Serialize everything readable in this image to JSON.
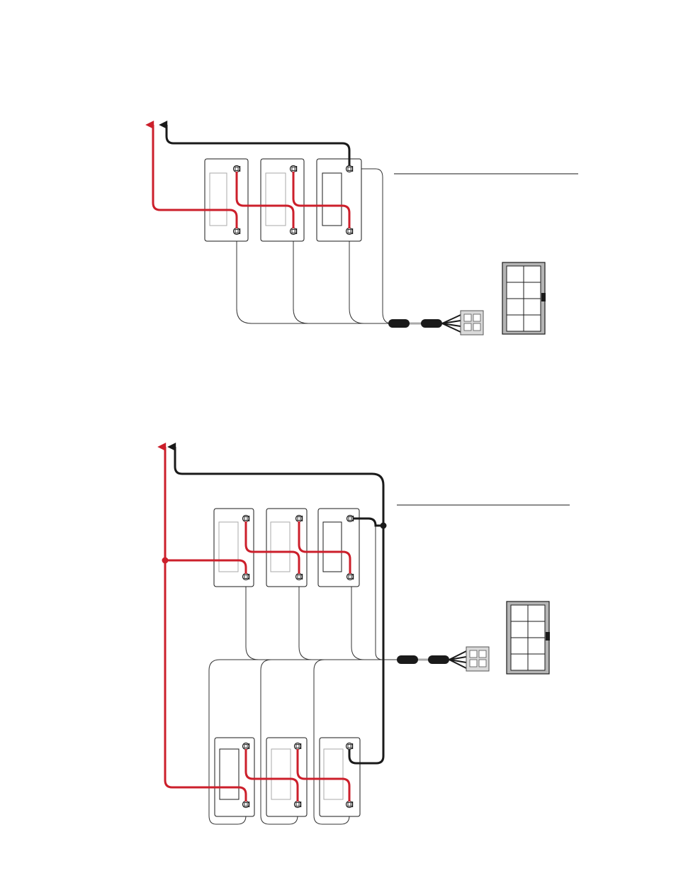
{
  "page": {
    "background": "#ffffff"
  },
  "colors": {
    "positive_wire": "#cc1f2b",
    "negative_wire": "#1a1a1a",
    "sense_wire": "#333333",
    "connector_body": "#d9d9d9",
    "connector_housing": "#b5b5b5"
  },
  "diagrams": [
    {
      "id": "three-battery-series",
      "battery_count": 3,
      "rows": 1,
      "arrows": [
        "positive-out",
        "negative-out"
      ],
      "icons": [
        "connector-face-icon",
        "harness-plug-icon"
      ],
      "label_line_text": ""
    },
    {
      "id": "six-battery-series-parallel",
      "battery_count": 6,
      "rows": 2,
      "arrows": [
        "positive-out",
        "negative-out"
      ],
      "icons": [
        "connector-face-icon",
        "harness-plug-icon"
      ],
      "label_line_text": ""
    }
  ]
}
